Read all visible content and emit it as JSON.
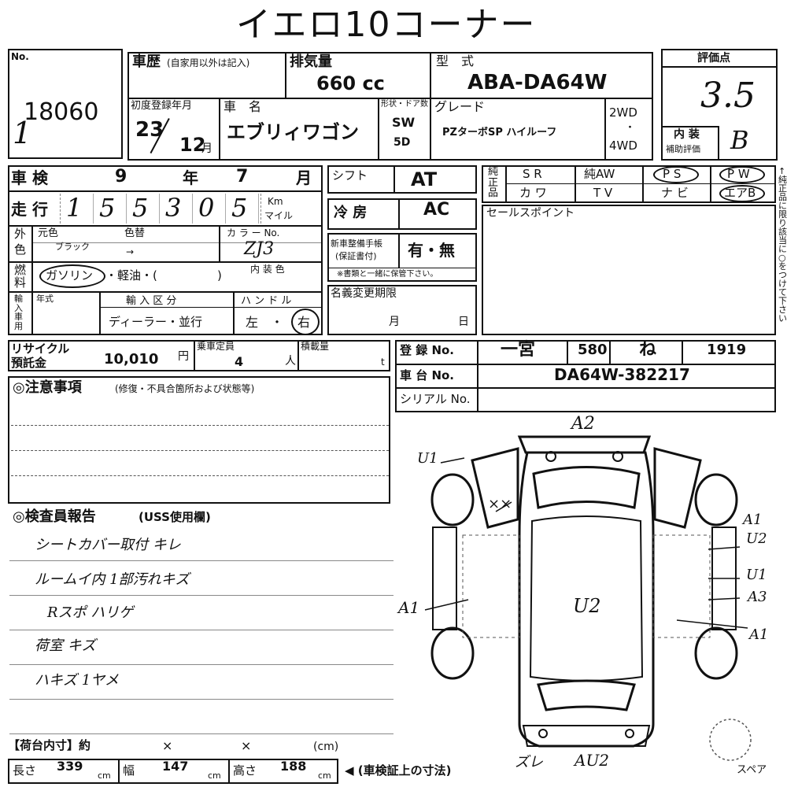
{
  "header": {
    "title": "イエロ10コーナー"
  },
  "sheet_no": {
    "label": "No.",
    "value": "18060",
    "mark": "1"
  },
  "history": {
    "label": "車歴",
    "note": "(自家用以外は記入)"
  },
  "displacement": {
    "label": "排気量",
    "value": "660 cc"
  },
  "model_code": {
    "label": "型　式",
    "value": "ABA-DA64W"
  },
  "grade_box": {
    "title": "評価点",
    "score": "3.5",
    "interior_label": "内 装",
    "aux_label": "補助評価",
    "interior_value": "B"
  },
  "first_reg": {
    "label": "初度登録年月",
    "year": "23",
    "month": "12",
    "month_unit": "月"
  },
  "car_name": {
    "label": "車　名",
    "value": "エブリィワゴン"
  },
  "body": {
    "label": "形状・ドア数",
    "shape": "SW",
    "doors": "5D"
  },
  "grade": {
    "label": "グレード",
    "value": "PZターボSP ハイルーフ"
  },
  "drive": {
    "two": "2WD",
    "dot": "・",
    "four": "4WD"
  },
  "inspection": {
    "label": "車 検",
    "year": "9",
    "year_unit": "年",
    "month": "7",
    "month_unit": "月"
  },
  "mileage": {
    "label": "走 行",
    "digits": [
      "1",
      "5",
      "5",
      "3",
      "0",
      "5"
    ],
    "unit_km": "Km",
    "unit_mile": "マイル"
  },
  "color": {
    "side_label_1": "外",
    "side_label_2": "色",
    "original_label": "元色",
    "repaint_label": "色替",
    "code_label": "カ ラ ー No.",
    "original_value": "ブラック",
    "arrow": "→",
    "code_value": "ZJ3"
  },
  "fuel": {
    "side_label_1": "燃",
    "side_label_2": "料",
    "gasoline": "ガソリン",
    "diesel": "・軽油・(",
    "close": ")",
    "interior_color_label": "内 装 色"
  },
  "import": {
    "side_label": "輸入車用",
    "year_label": "年式",
    "division_label": "輸 入 区 分",
    "division_value": "ディーラー・並行",
    "handle_label": "ハ ン ド ル",
    "left": "左",
    "dot": "・",
    "right": "右"
  },
  "shift": {
    "label": "シフト",
    "value": "AT"
  },
  "aircon": {
    "label": "冷 房",
    "value": "AC"
  },
  "manual": {
    "label_1": "新車整備手帳",
    "label_2": "(保証書付)",
    "value": "有・無",
    "note": "※書類と一緒に保管下さい。"
  },
  "name_change": {
    "label": "名義変更期限",
    "month": "月",
    "day": "日"
  },
  "equipment": {
    "side_label": "純正品",
    "items": [
      [
        "S R",
        "純AW",
        "P S",
        "P W"
      ],
      [
        "カ ワ",
        "T V",
        "ナ ビ",
        "エアB"
      ]
    ],
    "side_note": "↑純正品に限り該当に○をつけて下さい"
  },
  "sales_point": {
    "label": "セールスポイント"
  },
  "recycle": {
    "label_1": "リサイクル",
    "label_2": "預託金",
    "value": "10,010",
    "unit": "円"
  },
  "capacity": {
    "label": "乗車定員",
    "value": "4",
    "unit": "人"
  },
  "load": {
    "label": "積載量",
    "unit": "t"
  },
  "registration": {
    "label": "登 録 No.",
    "place": "一宮",
    "class": "580",
    "kana": "ね",
    "number": "1919"
  },
  "chassis": {
    "label": "車 台 No.",
    "value": "DA64W-382217"
  },
  "serial": {
    "label": "シリアル No."
  },
  "caution": {
    "label": "◎注意事項",
    "note": "(修復・不具合箇所および状態等)"
  },
  "inspector": {
    "label": "◎検査員報告",
    "note": "(USS使用欄)",
    "lines": [
      "シートカバー取付 キレ",
      "ルームイ内 1部汚れキズ",
      "Rスポ ハリゲ",
      "荷室 キズ",
      "ハキズ 1ヤメ"
    ]
  },
  "diagram": {
    "marks": {
      "a2_top": "A2",
      "u1_left": "U1",
      "xx": "××",
      "a1_left": "A1",
      "u2_center": "U2",
      "a1_right": "A1",
      "u2_right": "U2",
      "u1_right": "U1",
      "a3_right": "A3",
      "a1_lower": "A1",
      "bottom_left": "ズレ",
      "bottom_center": "AU2"
    },
    "spare": "スペア"
  },
  "cargo": {
    "label": "【荷台内寸】約",
    "x1": "×",
    "x2": "×",
    "unit": "(cm)",
    "length_label": "長さ",
    "length": "339",
    "width_label": "幅",
    "width": "147",
    "height_label": "高さ",
    "height": "188",
    "cm": "cm",
    "note": "◀ (車検証上の寸法)"
  }
}
